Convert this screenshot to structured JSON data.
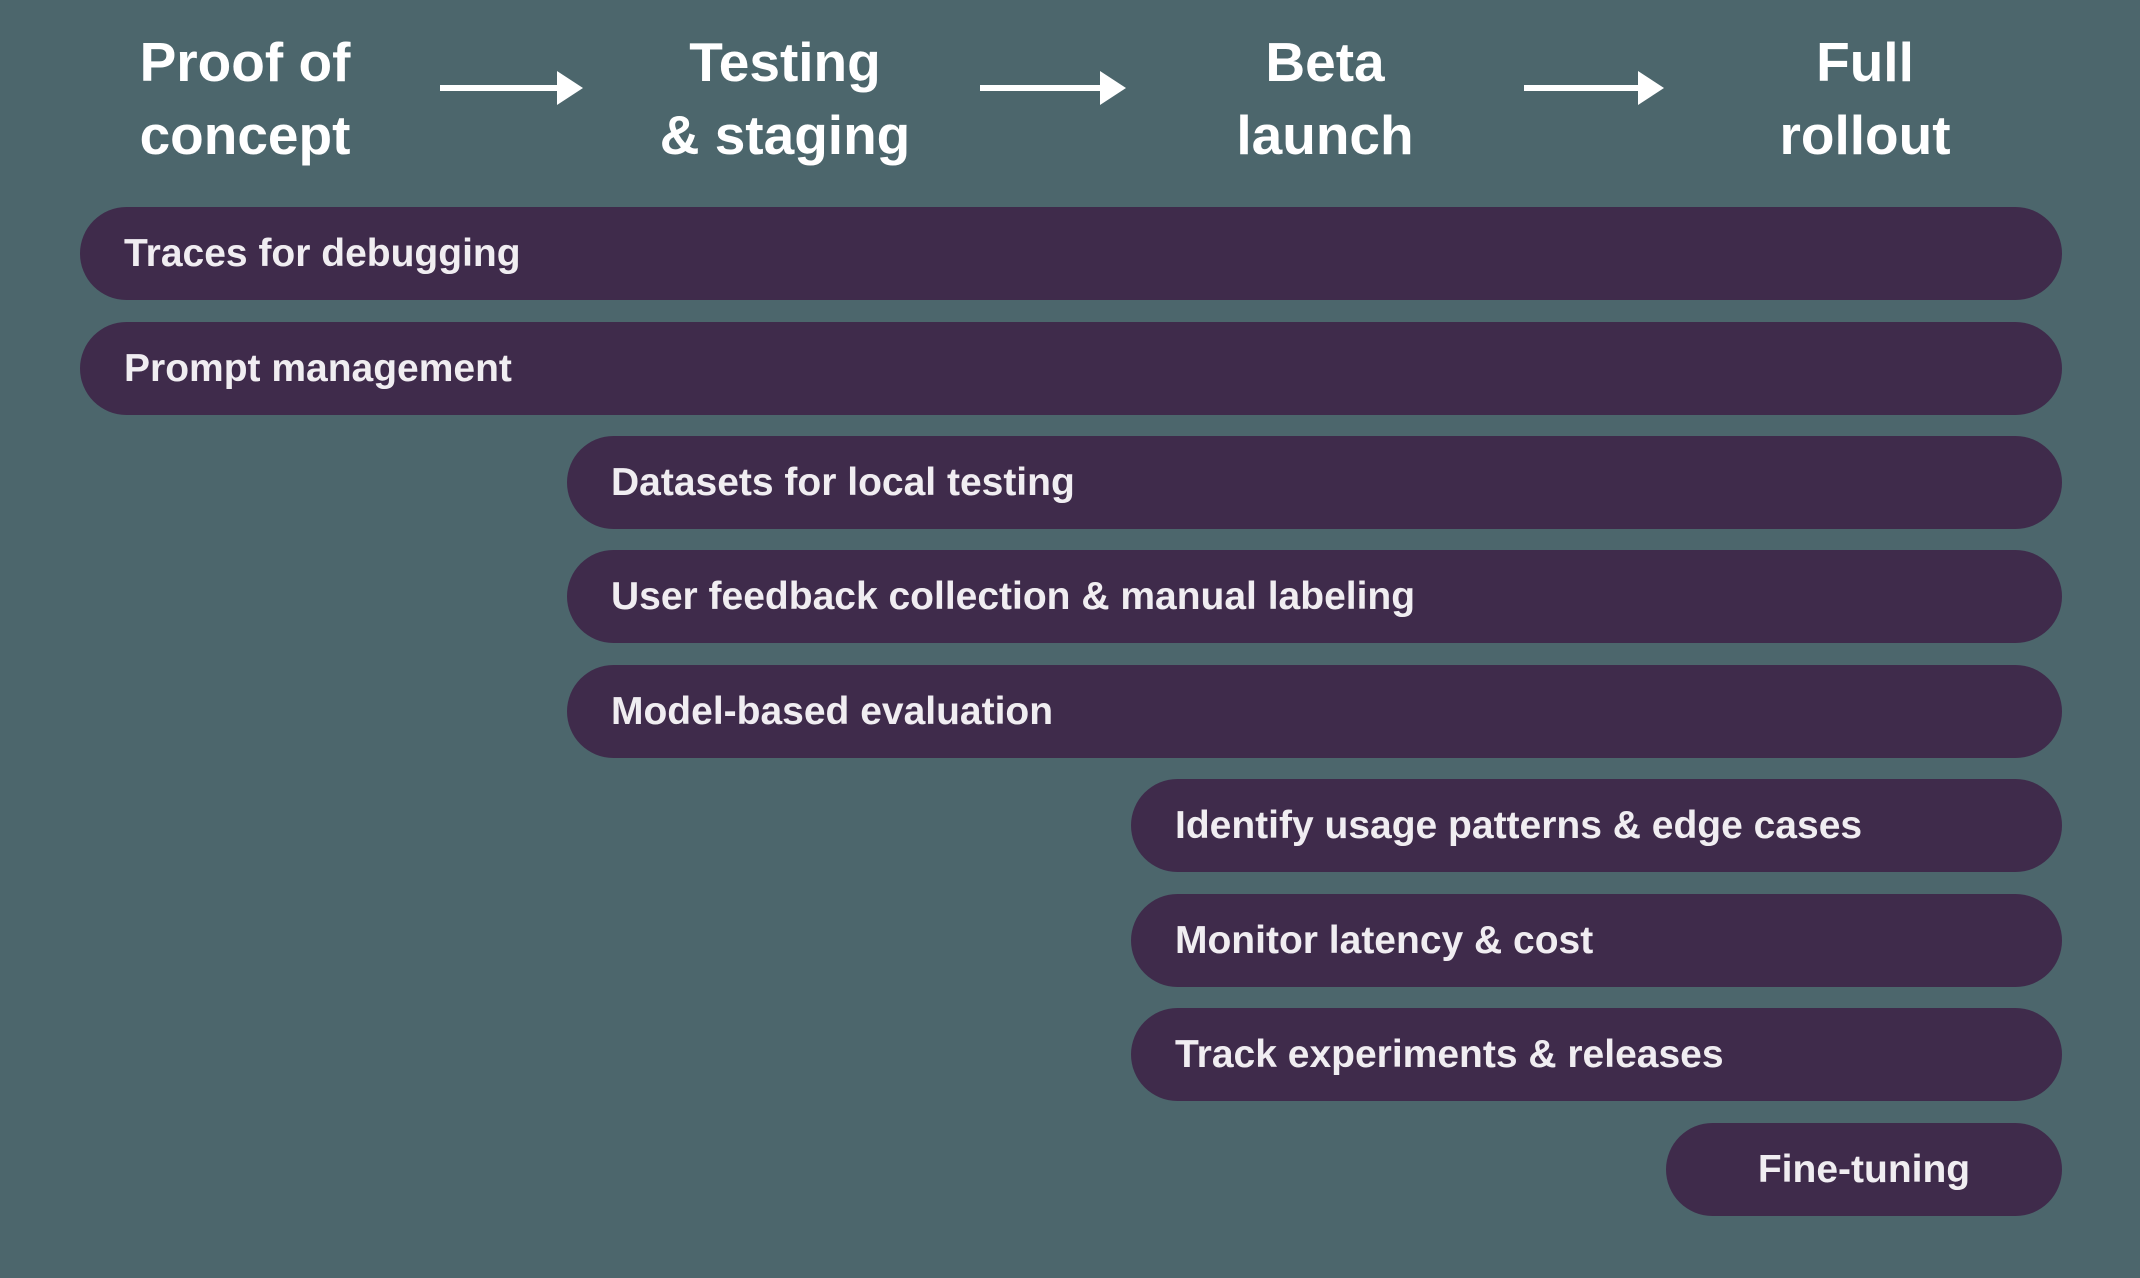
{
  "colors": {
    "background": "#4C666C",
    "bar": "#3F2B4B",
    "bar_text": "#F0EDF1",
    "header_text": "#FFFFFF",
    "arrow": "#FFFFFF"
  },
  "phases": [
    {
      "id": "proof-of-concept",
      "line1": "Proof of",
      "line2": "concept"
    },
    {
      "id": "testing-staging",
      "line1": "Testing",
      "line2": "& staging"
    },
    {
      "id": "beta-launch",
      "line1": "Beta",
      "line2": "launch"
    },
    {
      "id": "full-rollout",
      "line1": "Full",
      "line2": "rollout"
    }
  ],
  "bars": [
    {
      "label": "Traces for debugging",
      "starts_at_phase": "Proof of concept"
    },
    {
      "label": "Prompt management",
      "starts_at_phase": "Proof of concept"
    },
    {
      "label": "Datasets for local testing",
      "starts_at_phase": "Testing & staging"
    },
    {
      "label": "User feedback collection & manual labeling",
      "starts_at_phase": "Testing & staging"
    },
    {
      "label": "Model-based evaluation",
      "starts_at_phase": "Testing & staging"
    },
    {
      "label": "Identify usage patterns & edge cases",
      "starts_at_phase": "Beta launch"
    },
    {
      "label": "Monitor latency & cost",
      "starts_at_phase": "Beta launch"
    },
    {
      "label": "Track experiments & releases",
      "starts_at_phase": "Beta launch"
    },
    {
      "label": "Fine-tuning",
      "starts_at_phase": "Full rollout"
    }
  ]
}
